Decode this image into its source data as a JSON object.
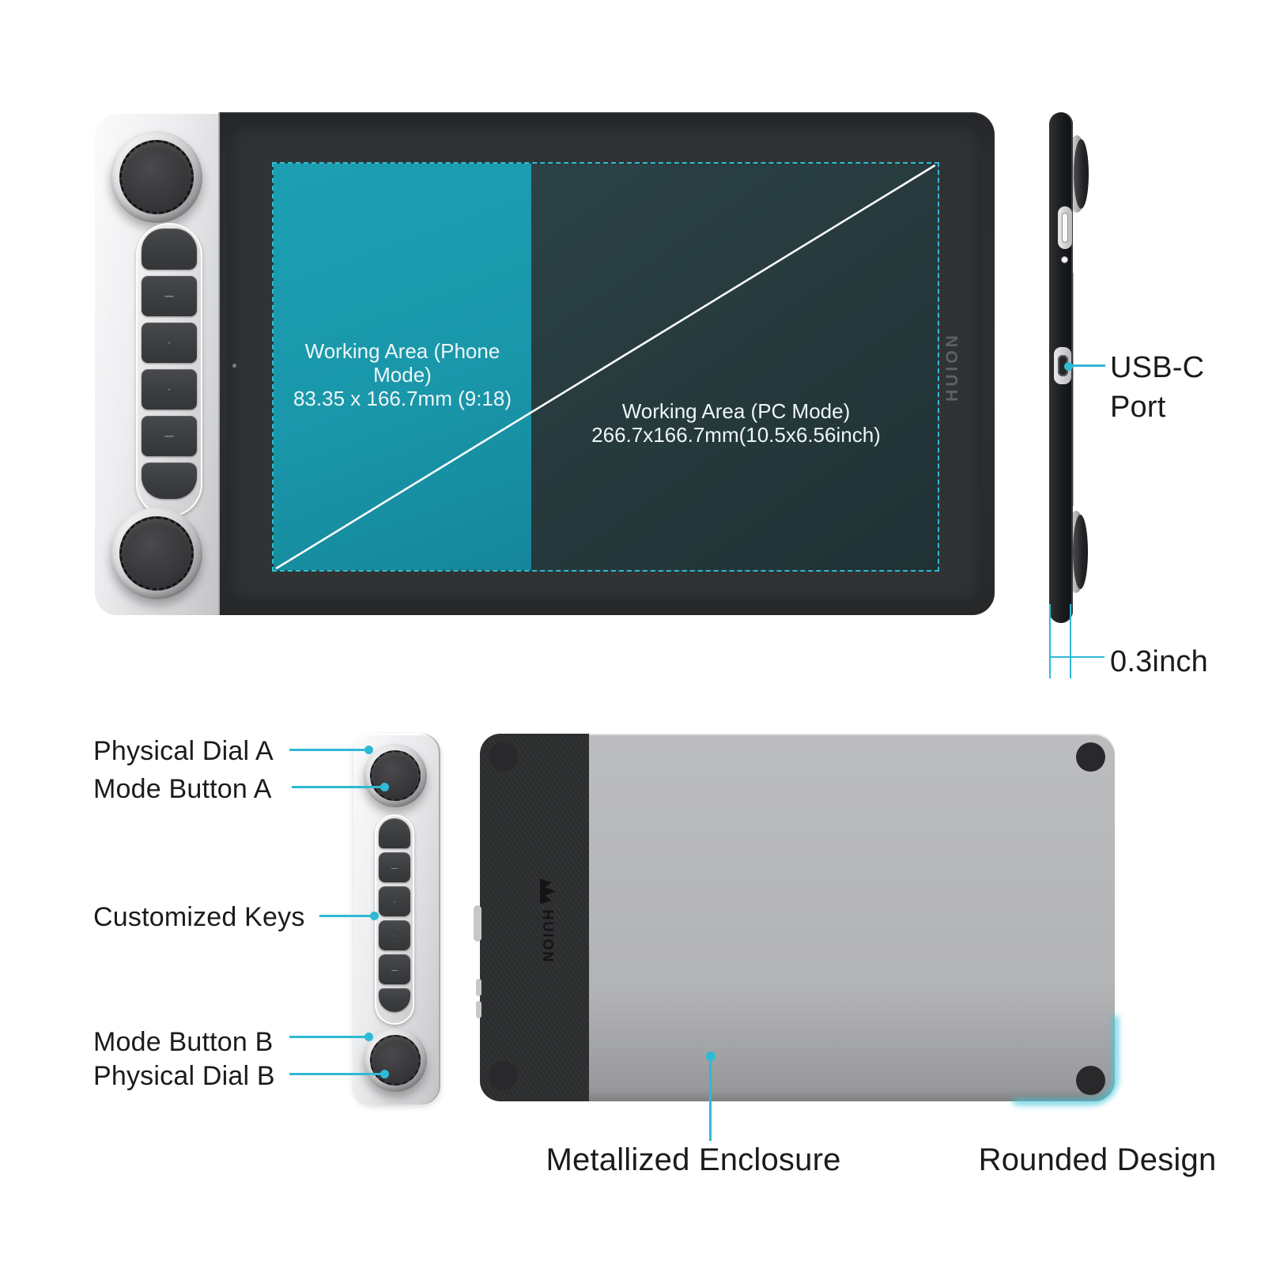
{
  "product": {
    "brand": "HUION"
  },
  "front_view": {
    "working_area_phone": {
      "line1": "Working Area (Phone Mode)",
      "line2": "83.35 x 166.7mm (9:18)"
    },
    "working_area_pc": {
      "line1": "Working Area (PC Mode)",
      "line2": "266.7x166.7mm(10.5x6.56inch)"
    },
    "bezel_brand": "HUION",
    "key_glyphs": [
      "",
      "–",
      "·",
      "·",
      "–",
      ""
    ]
  },
  "side_view": {
    "usb_port_label_line1": "USB-C",
    "usb_port_label_line2": "Port",
    "thickness_label": "0.3inch"
  },
  "controls_closeup": {
    "labels": {
      "physical_dial_a": "Physical Dial A",
      "mode_button_a": "Mode Button A",
      "customized_keys": "Customized Keys",
      "mode_button_b": "Mode Button B",
      "physical_dial_b": "Physical Dial B"
    }
  },
  "back_view": {
    "brand": "HUION",
    "labels": {
      "metallized_enclosure": "Metallized Enclosure",
      "rounded_design": "Rounded Design"
    }
  },
  "colors": {
    "accent_cyan": "#2fb9d4",
    "dashed_border": "#2fbccf",
    "phone_area_teal": "#1a97aa",
    "pc_area_dark": "#273b3e",
    "corner_glow": "#46c8de",
    "label_text": "#1b1b1b"
  }
}
